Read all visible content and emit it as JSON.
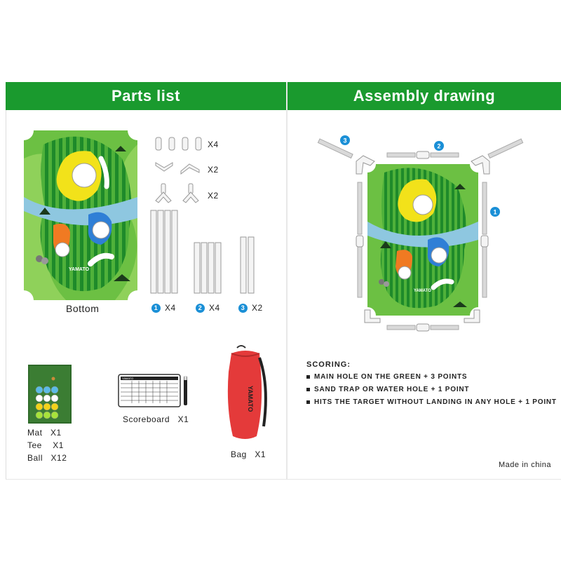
{
  "header": {
    "parts_title": "Parts list",
    "assembly_title": "Assembly drawing"
  },
  "parts": {
    "bottom_label": "Bottom",
    "connector_count_1": "X4",
    "connector_count_2": "X2",
    "connector_count_3": "X2",
    "tube_1": {
      "num": "1",
      "count": "X4"
    },
    "tube_2": {
      "num": "2",
      "count": "X4"
    },
    "tube_3": {
      "num": "3",
      "count": "X2"
    },
    "mat": {
      "name": "Mat",
      "count": "X1"
    },
    "tee": {
      "name": "Tee",
      "count": "X1"
    },
    "ball": {
      "name": "Ball",
      "count": "X12"
    },
    "scoreboard": {
      "name": "Scoreboard",
      "count": "X1",
      "brand": "YAMATO"
    },
    "bag": {
      "name": "Bag",
      "count": "X1",
      "brand": "YAMATO"
    },
    "mat_brand": "YAMATO"
  },
  "assembly": {
    "labels": [
      "3",
      "2",
      "1"
    ],
    "mat_brand": "YAMATO"
  },
  "scoring": {
    "title": "SCORING:",
    "rules": [
      "MAIN HOLE ON THE GREEN + 3 POINTS",
      "SAND TRAP OR WATER HOLE + 1 POINT",
      "HITS THE TARGET WITHOUT LANDING IN ANY HOLE + 1 POINT"
    ]
  },
  "footer": {
    "made_in": "Made in china"
  },
  "colors": {
    "banner": "#1a9a2e",
    "badge": "#1a8fd6",
    "grass": "#5fbf3a",
    "stripe_dark": "#1e8a2a",
    "yellow": "#f2e21a",
    "blue": "#2f7fd6",
    "orange": "#f07a22",
    "water": "#8ec7e0",
    "bag_red": "#e43a3a"
  }
}
